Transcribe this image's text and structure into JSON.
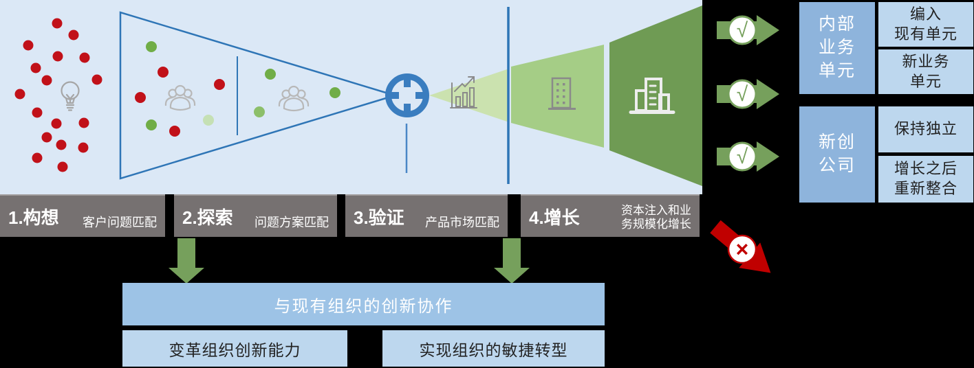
{
  "palette": {
    "panel_bg": "#dbe8f6",
    "funnel_blue": "#2e75b6",
    "target_blue": "#3a7dbf",
    "idea_red": "#c11119",
    "validated_green": "#70ad47",
    "pale_green_zone": "#cbe2af",
    "mid_green_zone": "#a5cd86",
    "dark_green_zone": "#6f9b54",
    "arrow_green": "#76a05c",
    "stage_gray": "#767171",
    "title_box_blue": "#8eb4dc",
    "option_box_blue": "#bdd7ee",
    "collab_box_blue": "#9dc3e6",
    "cross_red": "#c00000"
  },
  "icons": {
    "check": "√",
    "cross": "×"
  },
  "stages": [
    {
      "name": "1.构想",
      "sub": "客户问题匹配"
    },
    {
      "name": "2.探索",
      "sub": "问题方案匹配"
    },
    {
      "name": "3.验证",
      "sub": "产品市场匹配"
    },
    {
      "name": "4.增长",
      "sub": "资本注入和业\n务规模化增长"
    }
  ],
  "outcomes": {
    "groups": [
      {
        "title": "内部\n业务\n单元",
        "options": [
          "编入\n现有单元",
          "新业务\n单元"
        ]
      },
      {
        "title": "新创\n公司",
        "options": [
          "保持独立",
          "增长之后\n重新整合"
        ]
      }
    ]
  },
  "collaboration": {
    "main": "与现有组织的创新协作",
    "left": "变革组织创新能力",
    "right": "实现组织的敏捷转型"
  }
}
